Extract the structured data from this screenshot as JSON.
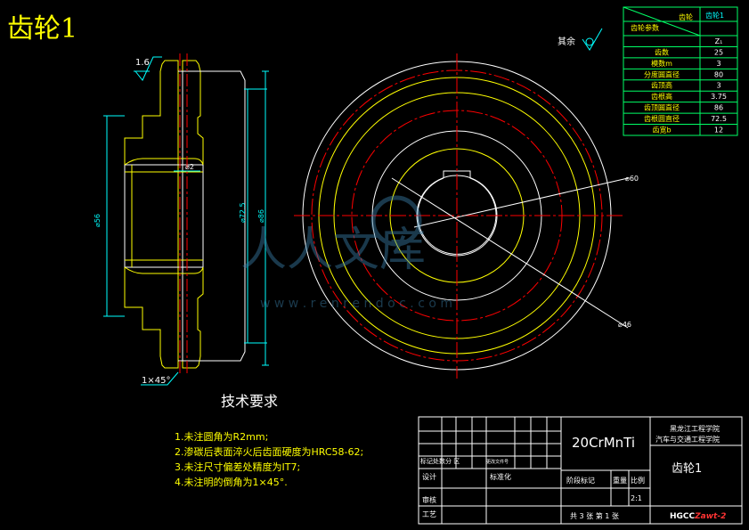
{
  "title": "齿轮1",
  "surface_finish": "1.6",
  "other_finish_label": "其余",
  "dims": {
    "hub_dia": "⌀56",
    "pitch_dia": "⌀72.5",
    "outer_dia": "⌀86",
    "bore_chamfer": "⌀2",
    "chamfer": "1×45°",
    "circle_a": "⌀60",
    "circle_b": "⌀46"
  },
  "gear_params": {
    "header_left": "齿轮参数",
    "header_mid": "齿轮",
    "header_right": "齿轮1",
    "rows": [
      {
        "label": "",
        "value": "Z₁"
      },
      {
        "label": "齿数",
        "value": "25"
      },
      {
        "label": "模数m",
        "value": "3"
      },
      {
        "label": "分度圆直径",
        "value": "80"
      },
      {
        "label": "齿顶高",
        "value": "3"
      },
      {
        "label": "齿根高",
        "value": "3.75"
      },
      {
        "label": "齿顶圆直径",
        "value": "86"
      },
      {
        "label": "齿根圆直径",
        "value": "72.5"
      },
      {
        "label": "齿宽b",
        "value": "12"
      }
    ]
  },
  "tech_req": {
    "heading": "技术要求",
    "items": [
      "1.未注圆角为R2mm;",
      "2.渗碳后表面淬火后齿面硬度为HRC58-62;",
      "3.未注尺寸偏差处精度为IT7;",
      "4.未注明的倒角为1×45°."
    ]
  },
  "title_block": {
    "material": "20CrMnTi",
    "school": "黑龙江工程学院",
    "dept": "汽车与交通工程学院",
    "part_name": "齿轮1",
    "stage_label": "阶段标记",
    "weight_label": "重量",
    "scale_label": "比例",
    "scale": "2:1",
    "rev_label": "标记处数分 区",
    "rev_extra": "更改文件号",
    "design_label": "设计",
    "std_label": "标准化",
    "review_label": "审核",
    "process_label": "工艺",
    "sheets": "共 3 张   第 1 张",
    "drawing_no": "HGCC",
    "drawing_no_suffix": "Zawt-2"
  },
  "watermark": {
    "text": "人人文库",
    "url": "w w w . r e n r e n d o c . c o m"
  },
  "colors": {
    "line_white": "#ffffff",
    "line_yellow": "#ffff00",
    "center_red": "#ff0000",
    "dim_cyan": "#00ffff",
    "dim_green": "#00ff66",
    "text_yellow": "#ffff00",
    "accent_red": "#ff3333"
  }
}
